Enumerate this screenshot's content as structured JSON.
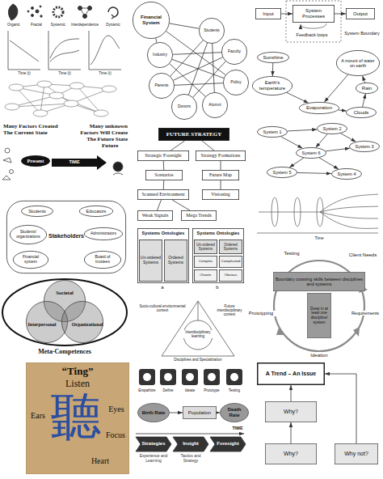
{
  "diagram": {
    "nodes": [
      {
        "text": [
          "Financial System"
        ]
      },
      {
        "text": [
          "Students"
        ]
      },
      {
        "text": [
          "Faculty"
        ]
      },
      {
        "text": [
          "Policy"
        ]
      },
      {
        "text": [
          "Alumni"
        ]
      },
      {
        "text": [
          "Donors"
        ]
      },
      {
        "text": [
          "Parents"
        ]
      },
      {
        "text": [
          "Industry"
        ]
      },
      {
        "text": [
          "Input"
        ]
      },
      {
        "text": [
          "System Processes"
        ]
      },
      {
        "text": [
          "Output"
        ]
      },
      {
        "text": [
          "Sunshine"
        ]
      },
      {
        "text": [
          "Earth's temperature"
        ]
      },
      {
        "text": [
          "A mount of water on earth"
        ]
      },
      {
        "text": [
          "Evaporation"
        ]
      },
      {
        "text": [
          "Rain"
        ]
      },
      {
        "text": [
          "Clouds"
        ]
      },
      {
        "text": [
          "Present"
        ]
      },
      {
        "text": [
          "FUTURE STRATEGY"
        ]
      },
      {
        "text": [
          "Strategic Foresight"
        ]
      },
      {
        "text": [
          "Strategy Formations"
        ]
      },
      {
        "text": [
          "Scenarios"
        ]
      },
      {
        "text": [
          "Future Map"
        ]
      },
      {
        "text": [
          "Scanned Environment"
        ]
      },
      {
        "text": [
          "Visioning"
        ]
      },
      {
        "text": [
          "Weak Signals"
        ]
      },
      {
        "text": [
          "Mega Trends"
        ]
      },
      {
        "text": [
          "System 1"
        ]
      },
      {
        "text": [
          "System 2"
        ]
      },
      {
        "text": [
          "System 3"
        ]
      },
      {
        "text": [
          "System 4"
        ]
      },
      {
        "text": [
          "System 5"
        ]
      },
      {
        "text": [
          "System 6"
        ]
      },
      {
        "text": [
          "Stakeholders"
        ]
      },
      {
        "text": [
          "Students"
        ],
        "in": 33
      },
      {
        "text": [
          "Educators"
        ],
        "in": 33
      },
      {
        "text": [
          "Students' organizations"
        ],
        "in": 33
      },
      {
        "text": [
          "Administrators"
        ],
        "in": 33
      },
      {
        "text": [
          "Financial system"
        ],
        "in": 33
      },
      {
        "text": [
          "Board of trustees"
        ],
        "in": 33
      },
      {
        "text": [
          "Systems Ontologies"
        ]
      },
      {
        "text": [
          "Un-ordered Systems"
        ],
        "in": 40
      },
      {
        "text": [
          "Ordered Systems"
        ],
        "in": 40
      },
      {
        "text": [
          "Systems Ontologies"
        ]
      },
      {
        "text": [
          "Un-ordered Systems"
        ],
        "in": 43
      },
      {
        "text": [
          "Ordered Systems"
        ],
        "in": 43
      },
      {
        "text": [
          "Complex"
        ],
        "in": 43
      },
      {
        "text": [
          "Complicated"
        ],
        "in": 43
      },
      {
        "text": [
          "Chaotic"
        ],
        "in": 43
      },
      {
        "text": [
          "Obvious"
        ],
        "in": 43
      },
      {
        "text": [
          "Meta-Competences"
        ]
      },
      {
        "text": [
          "Societal"
        ],
        "in": 50
      },
      {
        "text": [
          "Interpersonal"
        ],
        "in": 50
      },
      {
        "text": [
          "Organizational"
        ],
        "in": 50
      },
      {
        "text": [
          "Boundary crossing skills between disciplines and systems"
        ]
      },
      {
        "text": [
          "Deep in at least one discipline/ system"
        ]
      },
      {
        "text": [
          "“Ting”",
          "Listen",
          "聽",
          "Ears",
          "Eyes",
          "Focus",
          "Heart"
        ]
      },
      {
        "text": [
          "Birth Rate"
        ]
      },
      {
        "text": [
          "Population"
        ]
      },
      {
        "text": [
          "Death Rate"
        ]
      },
      {
        "text": [
          "Strategies",
          "Experience and Learning"
        ]
      },
      {
        "text": [
          "Insight",
          "Tactics and Strategy"
        ]
      },
      {
        "text": [
          "Foresight"
        ]
      },
      {
        "text": [
          "A Trend – An Issue"
        ]
      },
      {
        "text": [
          "Why?"
        ]
      },
      {
        "text": [
          "Why?"
        ]
      },
      {
        "text": [
          "Why not?"
        ]
      }
    ],
    "edges": [
      {
        "from": 0,
        "to": 1,
        "arrow": "none"
      },
      {
        "from": 0,
        "to": 7,
        "arrow": "none"
      },
      {
        "from": 0,
        "to": 3,
        "arrow": "none"
      },
      {
        "from": 1,
        "to": 4,
        "arrow": "none"
      },
      {
        "from": 1,
        "to": 5,
        "arrow": "none"
      },
      {
        "from": 1,
        "to": 6,
        "arrow": "none"
      },
      {
        "from": 2,
        "to": 5,
        "arrow": "none"
      },
      {
        "from": 2,
        "to": 6,
        "arrow": "none"
      },
      {
        "from": 2,
        "to": 7,
        "arrow": "none"
      },
      {
        "from": 3,
        "to": 6,
        "arrow": "none"
      },
      {
        "from": 3,
        "to": 7,
        "arrow": "none"
      },
      {
        "from": 4,
        "to": 7,
        "arrow": "none"
      },
      {
        "from": 8,
        "to": 9,
        "arrow": "to"
      },
      {
        "from": 9,
        "to": 10,
        "arrow": "to"
      },
      {
        "from": 11,
        "to": 12,
        "arrow": "to"
      },
      {
        "from": 12,
        "to": 14,
        "arrow": "to"
      },
      {
        "from": 14,
        "to": 16,
        "arrow": "to"
      },
      {
        "from": 16,
        "to": 15,
        "arrow": "to"
      },
      {
        "from": 15,
        "to": 13,
        "arrow": "to"
      },
      {
        "from": 13,
        "to": 14,
        "arrow": "to"
      },
      {
        "from": 18,
        "to": 19,
        "arrow": "none"
      },
      {
        "from": 18,
        "to": 20,
        "arrow": "none"
      },
      {
        "from": 19,
        "to": 21,
        "arrow": "none"
      },
      {
        "from": 20,
        "to": 22,
        "arrow": "none"
      },
      {
        "from": 21,
        "to": 23,
        "arrow": "none"
      },
      {
        "from": 22,
        "to": 24,
        "arrow": "none"
      },
      {
        "from": 23,
        "to": 25,
        "arrow": "none"
      },
      {
        "from": 23,
        "to": 26,
        "arrow": "none"
      },
      {
        "from": 27,
        "to": 32,
        "arrow": "to"
      },
      {
        "from": 28,
        "to": 32,
        "arrow": "to"
      },
      {
        "from": 32,
        "to": 29,
        "arrow": "to"
      },
      {
        "from": 32,
        "to": 30,
        "arrow": "to"
      },
      {
        "from": 32,
        "to": 31,
        "arrow": "to"
      },
      {
        "from": 27,
        "to": 28,
        "arrow": "to"
      },
      {
        "from": 31,
        "to": 30,
        "arrow": "to"
      },
      {
        "from": 28,
        "to": 29,
        "arrow": "to"
      },
      {
        "from": 57,
        "to": 58,
        "arrow": "to"
      },
      {
        "from": 58,
        "to": 59,
        "arrow": "to"
      },
      {
        "from": 64,
        "to": 63,
        "arrow": "to"
      },
      {
        "from": 65,
        "to": 64,
        "arrow": "to"
      },
      {
        "from": 66,
        "to": 63,
        "arrow": "to"
      }
    ],
    "labels": [
      "Organic",
      "Fractal",
      "Systemic",
      "Interdependence",
      "Dynamic",
      "Time (t)",
      "Time (t)",
      "Time (t)",
      "Feedback loops",
      "System Boundary",
      "Many Factors Created The Current State",
      "Many unknown Factors Will Create The Future State",
      "Future",
      "TIME",
      "a",
      "b",
      "Time",
      "Testing",
      "Client Needs",
      "Prototyping",
      "Requirements",
      "Ideation",
      "Socio-cultural environmental context",
      "Future interdisciplinary context",
      "Interdisciplinary learning",
      "Disciplines and Specialization",
      "Empathize",
      "Define",
      "Ideate",
      "Prototype",
      "Testing",
      "TIME"
    ]
  }
}
